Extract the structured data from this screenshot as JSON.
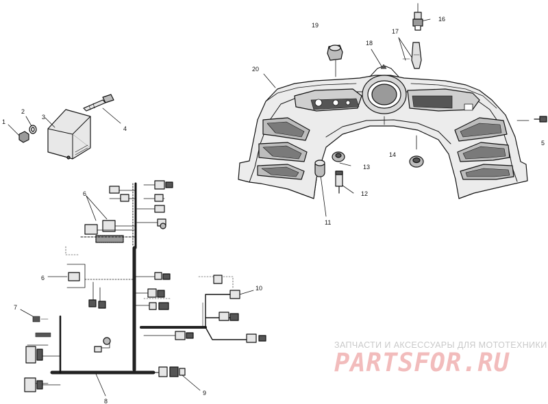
{
  "callouts": [
    {
      "id": "c1",
      "label": "1"
    },
    {
      "id": "c2",
      "label": "2"
    },
    {
      "id": "c3",
      "label": "3"
    },
    {
      "id": "c4",
      "label": "4"
    },
    {
      "id": "c5",
      "label": "5"
    },
    {
      "id": "c6a",
      "label": "6"
    },
    {
      "id": "c6b",
      "label": "6"
    },
    {
      "id": "c7",
      "label": "7"
    },
    {
      "id": "c8",
      "label": "8"
    },
    {
      "id": "c9",
      "label": "9"
    },
    {
      "id": "c10",
      "label": "10"
    },
    {
      "id": "c11",
      "label": "11"
    },
    {
      "id": "c12",
      "label": "12"
    },
    {
      "id": "c13",
      "label": "13"
    },
    {
      "id": "c14",
      "label": "14"
    },
    {
      "id": "c16",
      "label": "16"
    },
    {
      "id": "c17",
      "label": "17"
    },
    {
      "id": "c18",
      "label": "18"
    },
    {
      "id": "c19",
      "label": "19"
    },
    {
      "id": "c20",
      "label": "20"
    }
  ],
  "watermark": {
    "tagline": "ЗАПЧАСТИ И АКСЕССУАРЫ ДЛЯ МОТОТЕХНИКИ",
    "brand": "PARTSFOR.RU"
  },
  "colors": {
    "ink": "#111111",
    "shade": "#9a9a9a",
    "panel_fill": "#d8d8d8",
    "watermark_gray": "#c9c9c9",
    "watermark_pink": "#f2bcbc"
  }
}
